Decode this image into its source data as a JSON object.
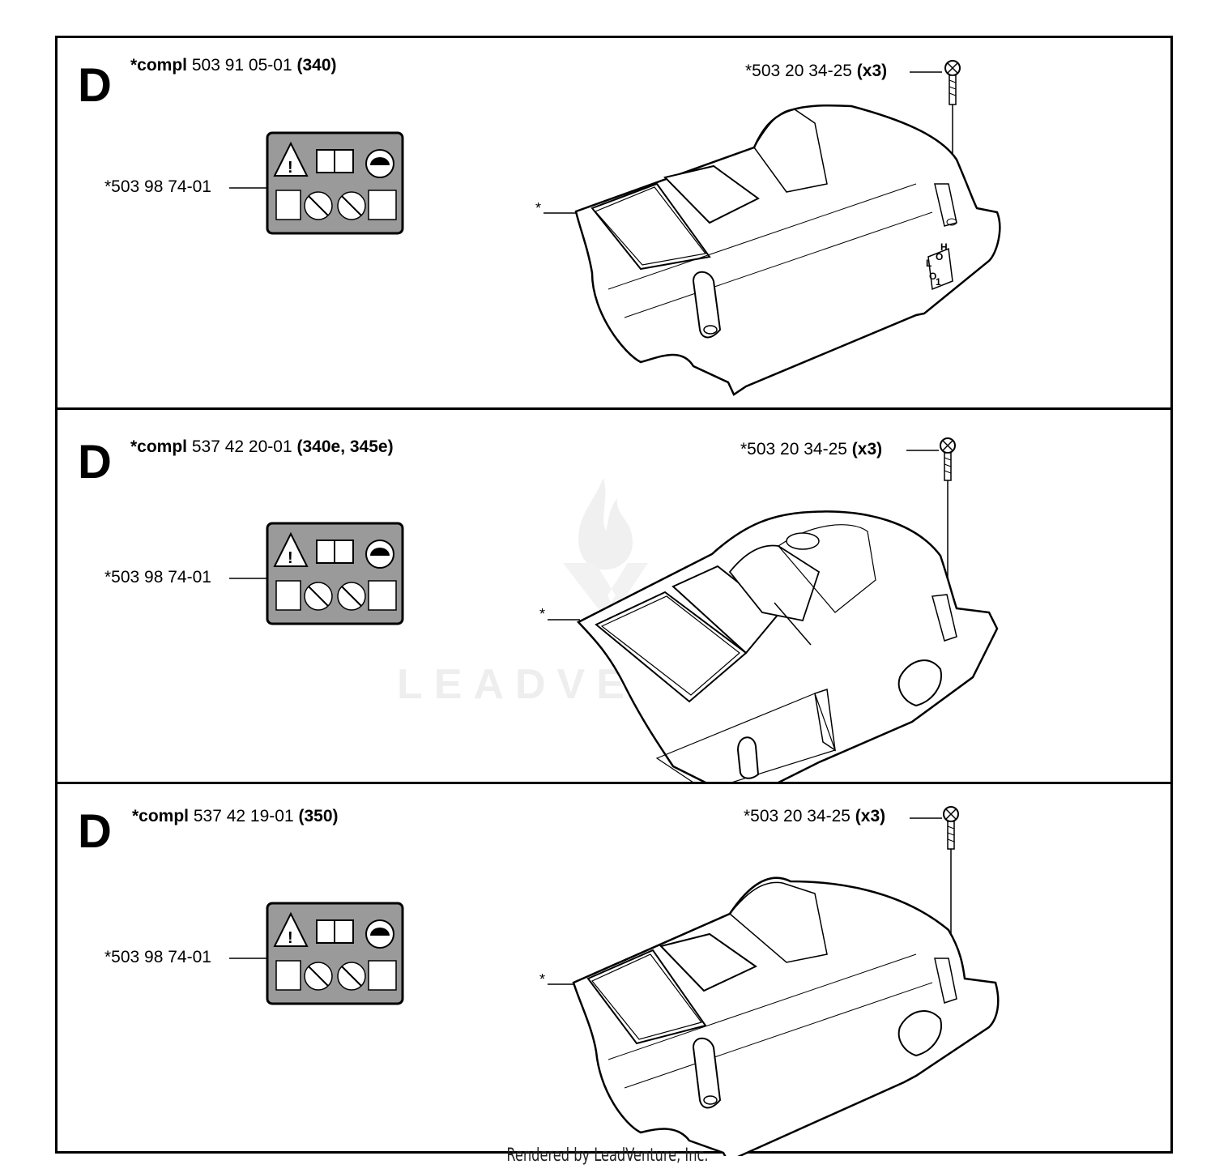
{
  "panels": [
    {
      "letter": "D",
      "title_prefix": "*compl",
      "part_number": "503 91 05-01",
      "models": "(340)",
      "decal_ref": "*503 98 74-01",
      "screw_ref": "*503 20 34-25",
      "screw_qty": "(x3)",
      "cover_ref": "*",
      "cover_marks": [
        "L",
        "O",
        "H",
        "O",
        "1"
      ]
    },
    {
      "letter": "D",
      "title_prefix": "*compl",
      "part_number": "537 42 20-01",
      "models": "(340e, 345e)",
      "decal_ref": "*503 98 74-01",
      "screw_ref": "*503 20 34-25",
      "screw_qty": "(x3)",
      "cover_ref": "*"
    },
    {
      "letter": "D",
      "title_prefix": "*compl",
      "part_number": "537 42 19-01",
      "models": "(350)",
      "decal_ref": "*503 98 74-01",
      "screw_ref": "*503 20 34-25",
      "screw_qty": "(x3)",
      "cover_ref": "*"
    }
  ],
  "watermark": "LEADVENTURE",
  "footer": "Rendered by LeadVenture, Inc."
}
